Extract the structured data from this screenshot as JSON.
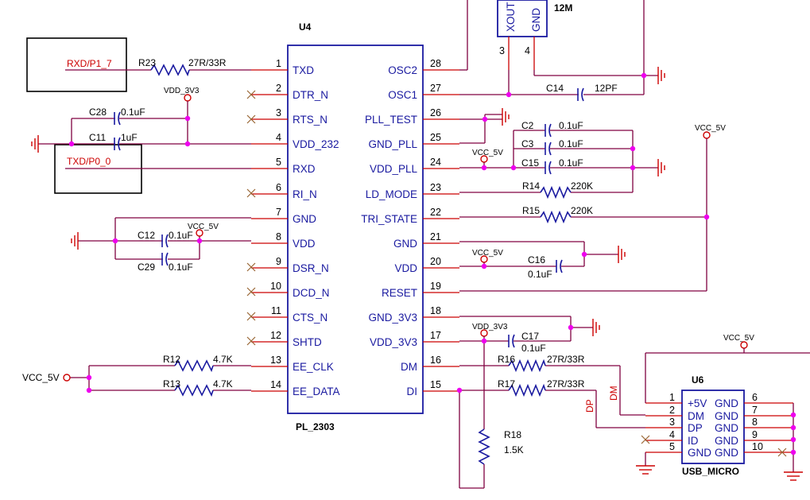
{
  "u4": {
    "ref": "U4",
    "part": "PL_2303",
    "left_pins": [
      {
        "num": "1",
        "name": "TXD"
      },
      {
        "num": "2",
        "name": "DTR_N"
      },
      {
        "num": "3",
        "name": "RTS_N"
      },
      {
        "num": "4",
        "name": "VDD_232"
      },
      {
        "num": "5",
        "name": "RXD"
      },
      {
        "num": "6",
        "name": "RI_N"
      },
      {
        "num": "7",
        "name": "GND"
      },
      {
        "num": "8",
        "name": "VDD"
      },
      {
        "num": "9",
        "name": "DSR_N"
      },
      {
        "num": "10",
        "name": "DCD_N"
      },
      {
        "num": "11",
        "name": "CTS_N"
      },
      {
        "num": "12",
        "name": "SHTD"
      },
      {
        "num": "13",
        "name": "EE_CLK"
      },
      {
        "num": "14",
        "name": "EE_DATA"
      }
    ],
    "right_pins": [
      {
        "num": "28",
        "name": "OSC2"
      },
      {
        "num": "27",
        "name": "OSC1"
      },
      {
        "num": "26",
        "name": "PLL_TEST"
      },
      {
        "num": "25",
        "name": "GND_PLL"
      },
      {
        "num": "24",
        "name": "VDD_PLL"
      },
      {
        "num": "23",
        "name": "LD_MODE"
      },
      {
        "num": "22",
        "name": "TRI_STATE"
      },
      {
        "num": "21",
        "name": "GND"
      },
      {
        "num": "20",
        "name": "VDD"
      },
      {
        "num": "19",
        "name": "RESET"
      },
      {
        "num": "18",
        "name": "GND_3V3"
      },
      {
        "num": "17",
        "name": "VDD_3V3"
      },
      {
        "num": "16",
        "name": "DM"
      },
      {
        "num": "15",
        "name": "DI"
      }
    ]
  },
  "crystal": {
    "ref": "12M",
    "pin_xout": "XOUT",
    "pin_gnd": "GND",
    "num_3": "3",
    "num_4": "4"
  },
  "u6": {
    "ref": "U6",
    "part": "USB_MICRO",
    "left_pins": [
      {
        "num": "1",
        "name": "+5V"
      },
      {
        "num": "2",
        "name": "DM"
      },
      {
        "num": "3",
        "name": "DP"
      },
      {
        "num": "4",
        "name": "ID"
      },
      {
        "num": "5",
        "name": "GND"
      }
    ],
    "right_pins": [
      {
        "num": "6",
        "name": "GND"
      },
      {
        "num": "7",
        "name": "GND"
      },
      {
        "num": "8",
        "name": "GND"
      },
      {
        "num": "9",
        "name": "GND"
      },
      {
        "num": "10",
        "name": "GND"
      }
    ]
  },
  "nets": {
    "rxd_p1_7": "RXD/P1_7",
    "txd_p0_0": "TXD/P0_0",
    "vdd_3v3": "VDD_3V3",
    "vcc_5v": "VCC_5V",
    "vcc_5v_main": "VCC_5V",
    "dm": "DM",
    "dp": "DP"
  },
  "parts": {
    "R23": {
      "ref": "R23",
      "value": "27R/33R"
    },
    "C28": {
      "ref": "C28",
      "value": "0.1uF"
    },
    "C11": {
      "ref": "C11",
      "value": "1uF"
    },
    "C12": {
      "ref": "C12",
      "value": "0.1uF"
    },
    "C29": {
      "ref": "C29",
      "value": "0.1uF"
    },
    "R12": {
      "ref": "R12",
      "value": "4.7K"
    },
    "R13": {
      "ref": "R13",
      "value": "4.7K"
    },
    "C14": {
      "ref": "C14",
      "value": "12PF"
    },
    "C2": {
      "ref": "C2",
      "value": "0.1uF"
    },
    "C3": {
      "ref": "C3",
      "value": "0.1uF"
    },
    "C15": {
      "ref": "C15",
      "value": "0.1uF"
    },
    "R14": {
      "ref": "R14",
      "value": "220K"
    },
    "R15": {
      "ref": "R15",
      "value": "220K"
    },
    "C16": {
      "ref": "C16",
      "value": "0.1uF"
    },
    "C17": {
      "ref": "C17",
      "value": "0.1uF"
    },
    "R16": {
      "ref": "R16",
      "value": "27R/33R"
    },
    "R17": {
      "ref": "R17",
      "value": "27R/33R"
    },
    "R18": {
      "ref": "R18",
      "value": "1.5K"
    }
  }
}
